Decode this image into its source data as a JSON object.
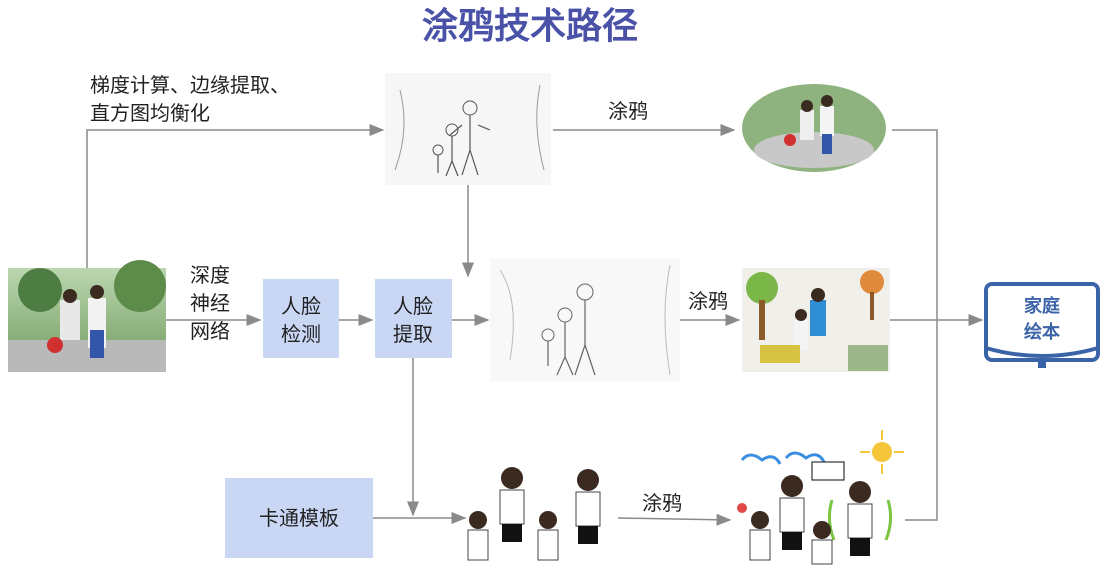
{
  "title": "涂鸦技术路径",
  "labels": {
    "top_method_line1": "梯度计算、边缘提取、",
    "top_method_line2": "直方图均衡化",
    "dnn_line1": "深度",
    "dnn_line2": "神经",
    "dnn_line3": "网络",
    "graffiti_top": "涂鸦",
    "graffiti_mid": "涂鸦",
    "graffiti_bottom": "涂鸦"
  },
  "boxes": {
    "face_detect_line1": "人脸",
    "face_detect_line2": "检测",
    "face_extract_line1": "人脸",
    "face_extract_line2": "提取",
    "cartoon_template": "卡通模板"
  },
  "output": {
    "line1": "家庭",
    "line2": "绘本"
  },
  "colors": {
    "title": "#4a52a8",
    "box_fill": "#c9d7f5",
    "arrow": "#8a8a8a",
    "book": "#3b63a8"
  }
}
